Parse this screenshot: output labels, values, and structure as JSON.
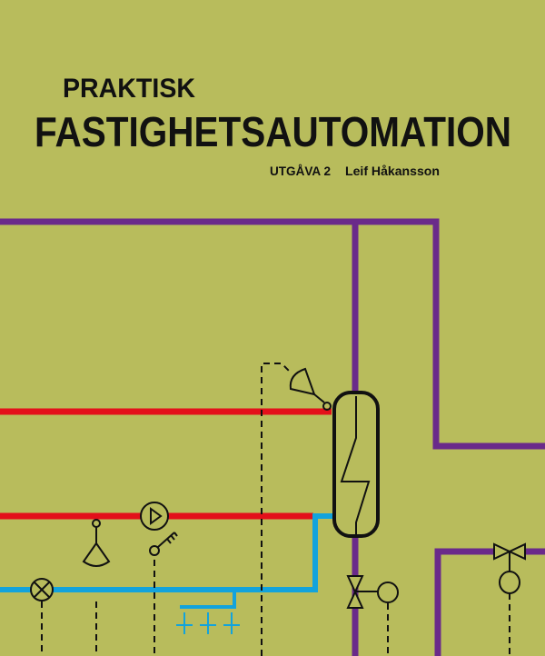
{
  "cover": {
    "title_line1": "PRAKTISK",
    "title_line2": "FASTIGHETSAUTOMATION",
    "edition": "UTGÅVA 2",
    "author": "Leif Håkansson"
  },
  "colors": {
    "background": "#b8bc5c",
    "purple_pipe": "#6a2a8a",
    "red_pipe": "#e3101a",
    "blue_pipe": "#12a3dc",
    "symbols": "#111111"
  }
}
